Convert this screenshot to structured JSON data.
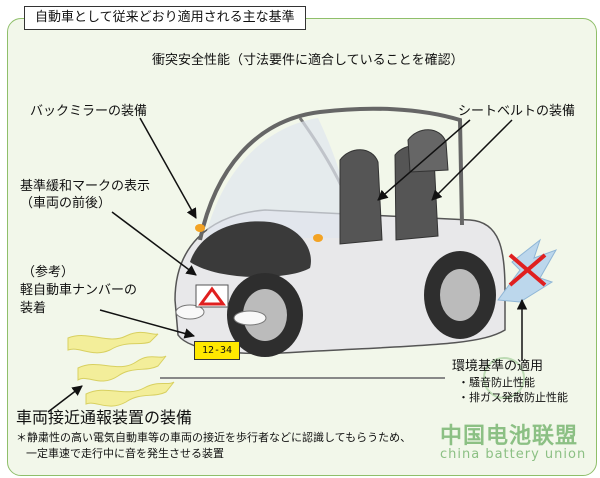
{
  "header": {
    "title": "自動車として従来どおり適用される主な基準"
  },
  "labels": {
    "collision": "衝突安全性能（寸法要件に適合していることを確認）",
    "mirror": "バックミラーの装備",
    "seatbelt": "シートベルトの装備",
    "mark_line1": "基準緩和マークの表示",
    "mark_line2": "（車両の前後）",
    "plate_line1": "（参考）",
    "plate_line2": "軽自動車ナンバーの",
    "plate_line3": "装着",
    "env_title": "環境基準の適用",
    "env_item1": "・騒音防止性能",
    "env_item2": "・排ガス発散防止性能",
    "approach_title": "車両接近通報装置の装備",
    "approach_note1": "＊静粛性の高い電気自動車等の車両の接近を歩行者などに認識してもらうため、",
    "approach_note2": "一定車速で走行中に音を発生させる装置"
  },
  "plate_number": "12-34",
  "watermark": {
    "cn": "中国电池联盟",
    "en": "china battery union"
  },
  "colors": {
    "panel_border": "#8fbf6a",
    "panel_bg": "#f2f7ea",
    "plate": "#ffe800",
    "mark_red": "#e02020",
    "wave_yellow": "#f3ee9a",
    "watermark_green": "#8cc084"
  }
}
